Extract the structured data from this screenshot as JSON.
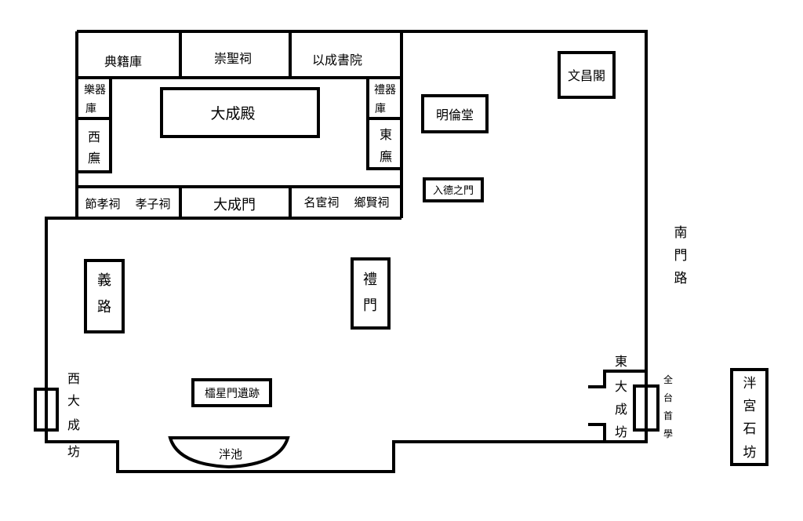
{
  "labels": {
    "dianji_ku": "典籍庫",
    "chongsheng_ci": "崇聖祠",
    "yicheng_shuyuan": "以成書院",
    "yueqi_ku": [
      "樂器",
      "庫"
    ],
    "liqi_ku": [
      "禮器",
      "庫"
    ],
    "dacheng_dian": "大成殿",
    "xi_wu": [
      "西",
      "廡"
    ],
    "dong_wu": [
      "東",
      "廡"
    ],
    "jiexiao_ci": "節孝祠",
    "xiaozi_ci": "孝子祠",
    "dacheng_men": "大成門",
    "minghuan_ci": "名宦祠",
    "xiangxian_ci": "鄉賢祠",
    "minglun_tang": "明倫堂",
    "rude_zhimen": "入德之門",
    "wenchang_ge": "文昌閣",
    "nanmen_lu": [
      "南",
      "門",
      "路"
    ],
    "yi_lu": [
      "義",
      "路"
    ],
    "li_men": [
      "禮",
      "門"
    ],
    "lingxing_men": "櫺星門遺跡",
    "pan_chi": "泮池",
    "xi_dacheng_fang": [
      "西",
      "大",
      "成",
      "坊"
    ],
    "dong_dacheng_fang": [
      "東",
      "大",
      "成",
      "坊"
    ],
    "quantai_shouxue": [
      "全",
      "台",
      "首",
      "學"
    ],
    "pangong_shifang": [
      "泮",
      "宮",
      "石",
      "坊"
    ]
  },
  "colors": {
    "stroke": "#000000",
    "background": "#ffffff"
  }
}
